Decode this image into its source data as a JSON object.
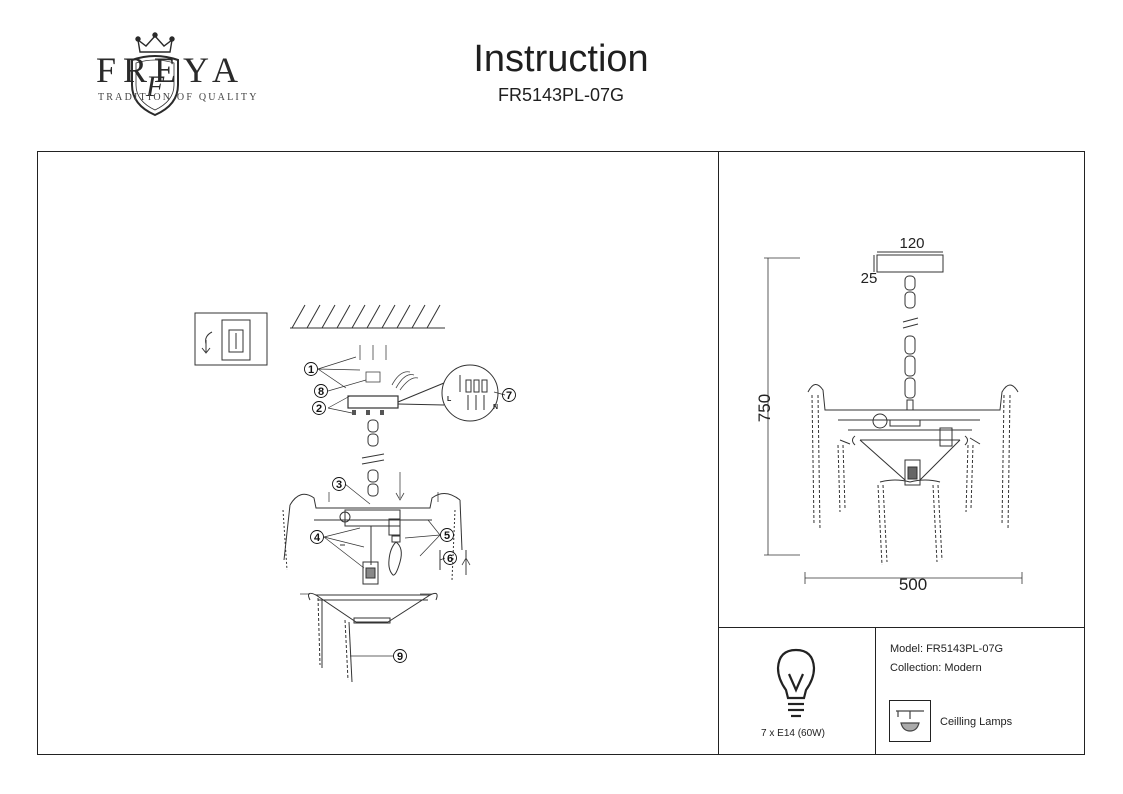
{
  "header": {
    "brand_name": "FREYA",
    "brand_tagline": "TRADITION OF QUALITY",
    "brand_initial": "F",
    "title": "Instruction",
    "model_code": "FR5143PL-07G"
  },
  "assembly": {
    "callouts": [
      "1",
      "2",
      "3",
      "4",
      "5",
      "6",
      "7",
      "8",
      "9"
    ],
    "wiring_labels": [
      "L",
      "N"
    ]
  },
  "dimensions": {
    "canopy_width": "120",
    "canopy_height": "25",
    "total_height": "750",
    "total_width": "500"
  },
  "specs": {
    "bulb": "7 x E14 (60W)",
    "model": "Model: FR5143PL-07G",
    "collection": "Collection: Modern",
    "category": "Ceilling Lamps"
  },
  "icons": [
    "crown-icon",
    "shield-monogram-icon",
    "power-off-icon",
    "light-bulb-icon",
    "ceiling-lamp-icon"
  ]
}
